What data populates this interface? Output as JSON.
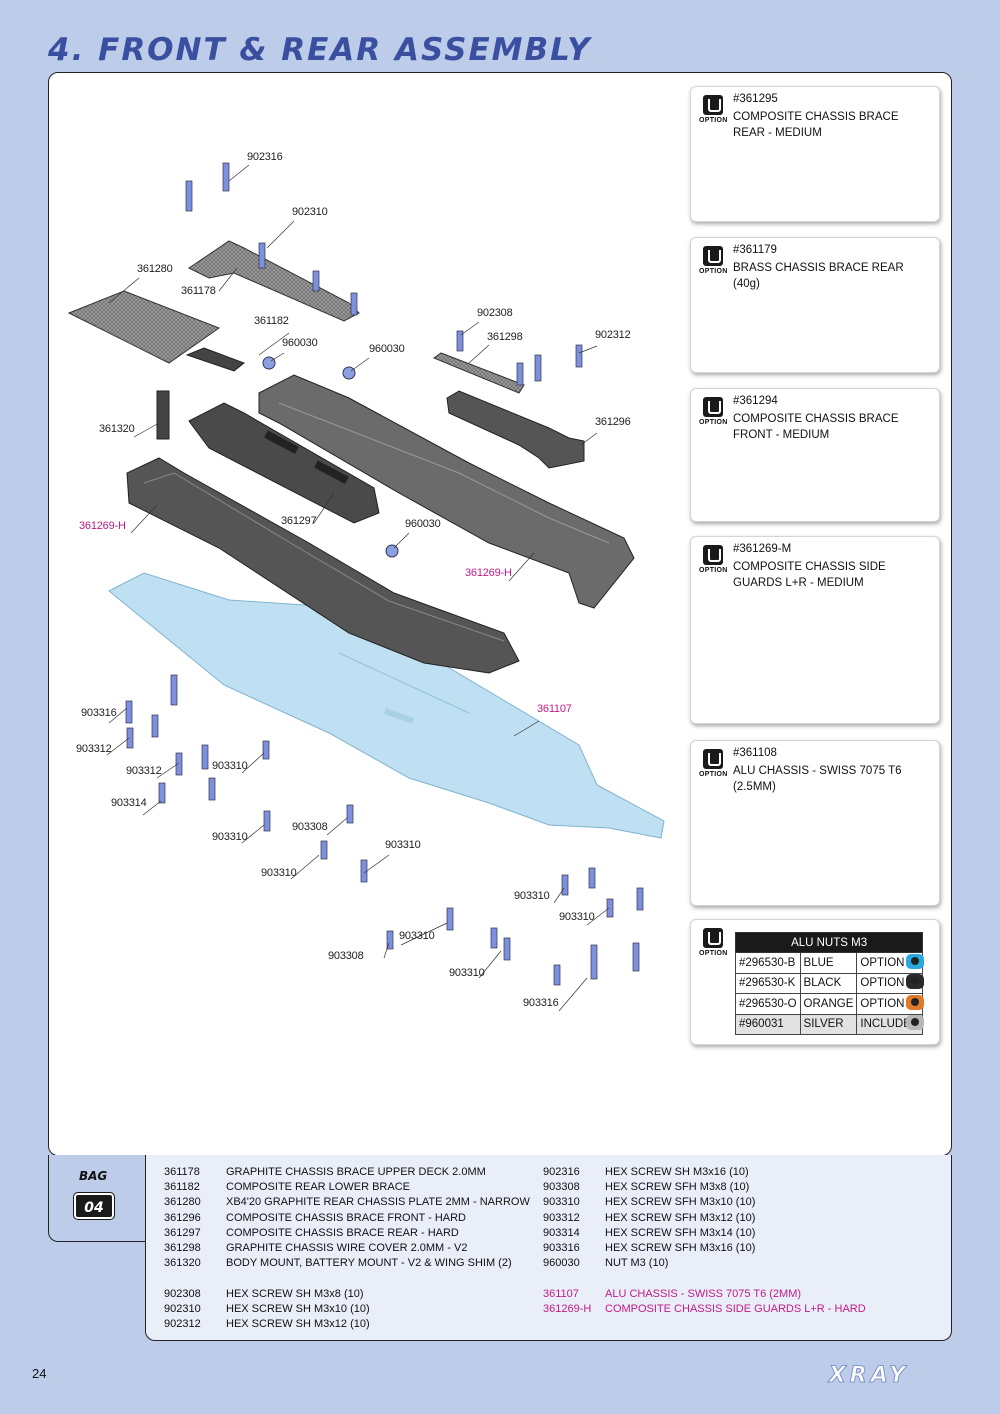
{
  "page": {
    "title": "4. FRONT & REAR ASSEMBLY",
    "page_number": "24",
    "brand": "XRAY"
  },
  "callouts": {
    "c902316": "902316",
    "c902310": "902310",
    "c361280": "361280",
    "c361178": "361178",
    "c361182": "361182",
    "c960030a": "960030",
    "c960030b": "960030",
    "c902308": "902308",
    "c361298": "361298",
    "c902312": "902312",
    "c361320": "361320",
    "c361296": "361296",
    "c361269a": "361269-H",
    "c361297": "361297",
    "c960030c": "960030",
    "c361269b": "361269-H",
    "c361107": "361107",
    "c903316a": "903316",
    "c903312a": "903312",
    "c903312b": "903312",
    "c903310a": "903310",
    "c903314": "903314",
    "c903310b": "903310",
    "c903308a": "903308",
    "c903310c": "903310",
    "c903310d": "903310",
    "c903310e": "903310",
    "c903310f": "903310",
    "c903310g": "903310",
    "c903308b": "903308",
    "c903310h": "903310",
    "c903316b": "903316"
  },
  "options": [
    {
      "code": "#361295",
      "name": "COMPOSITE CHASSIS BRACE REAR - MEDIUM"
    },
    {
      "code": "#361179",
      "name": "BRASS CHASSIS BRACE REAR (40g)"
    },
    {
      "code": "#361294",
      "name": "COMPOSITE CHASSIS BRACE FRONT - MEDIUM"
    },
    {
      "code": "#361269-M",
      "name": "COMPOSITE CHASSIS SIDE GUARDS L+R - MEDIUM"
    },
    {
      "code": "#361108",
      "name": "ALU CHASSIS - SWISS 7075 T6 (2.5MM)"
    }
  ],
  "option_label": "OPTION",
  "nuts": {
    "title": "ALU NUTS M3",
    "rows": [
      {
        "code": "#296530-B",
        "color": "BLUE",
        "status": "OPTION"
      },
      {
        "code": "#296530-K",
        "color": "BLACK",
        "status": "OPTION"
      },
      {
        "code": "#296530-O",
        "color": "ORANGE",
        "status": "OPTION"
      },
      {
        "code": "#960031",
        "color": "SILVER",
        "status": "INCLUDED"
      }
    ],
    "swatches": [
      "#2aa9e0",
      "#2a2a2a",
      "#e07a2a",
      "#b8b8b8"
    ]
  },
  "bag": {
    "label": "BAG",
    "number": "04"
  },
  "parts_left": [
    {
      "num": "361178",
      "desc": "GRAPHITE CHASSIS BRACE UPPER DECK 2.0MM"
    },
    {
      "num": "361182",
      "desc": "COMPOSITE REAR LOWER BRACE"
    },
    {
      "num": "361280",
      "desc": "XB4'20 GRAPHITE REAR CHASSIS PLATE 2MM - NARROW"
    },
    {
      "num": "361296",
      "desc": "COMPOSITE CHASSIS BRACE FRONT - HARD"
    },
    {
      "num": "361297",
      "desc": "COMPOSITE CHASSIS BRACE REAR - HARD"
    },
    {
      "num": "361298",
      "desc": "GRAPHITE CHASSIS WIRE COVER 2.0MM - V2"
    },
    {
      "num": "361320",
      "desc": "BODY MOUNT, BATTERY MOUNT - V2 & WING SHIM (2)"
    }
  ],
  "parts_left2": [
    {
      "num": "902308",
      "desc": "HEX SCREW SH M3x8  (10)"
    },
    {
      "num": "902310",
      "desc": "HEX SCREW SH M3x10  (10)"
    },
    {
      "num": "902312",
      "desc": "HEX SCREW SH M3x12  (10)"
    }
  ],
  "parts_right": [
    {
      "num": "902316",
      "desc": "HEX SCREW SH M3x16  (10)"
    },
    {
      "num": "903308",
      "desc": "HEX SCREW SFH M3x8  (10)"
    },
    {
      "num": "903310",
      "desc": "HEX SCREW SFH M3x10  (10)"
    },
    {
      "num": "903312",
      "desc": "HEX SCREW SFH M3x12  (10)"
    },
    {
      "num": "903314",
      "desc": "HEX SCREW SFH M3x14  (10)"
    },
    {
      "num": "903316",
      "desc": "HEX SCREW SFH M3x16  (10)"
    },
    {
      "num": "960030",
      "desc": "NUT M3  (10)"
    }
  ],
  "parts_right2": [
    {
      "num": "361107",
      "desc": "ALU CHASSIS - SWISS 7075 T6 (2MM)"
    },
    {
      "num": "361269-H",
      "desc": "COMPOSITE CHASSIS SIDE GUARDS L+R - HARD"
    }
  ],
  "colors": {
    "accent": "#c21b86",
    "background": "#bccce9",
    "title": "#3a4fa0",
    "chassis": "#bfe0f3"
  }
}
